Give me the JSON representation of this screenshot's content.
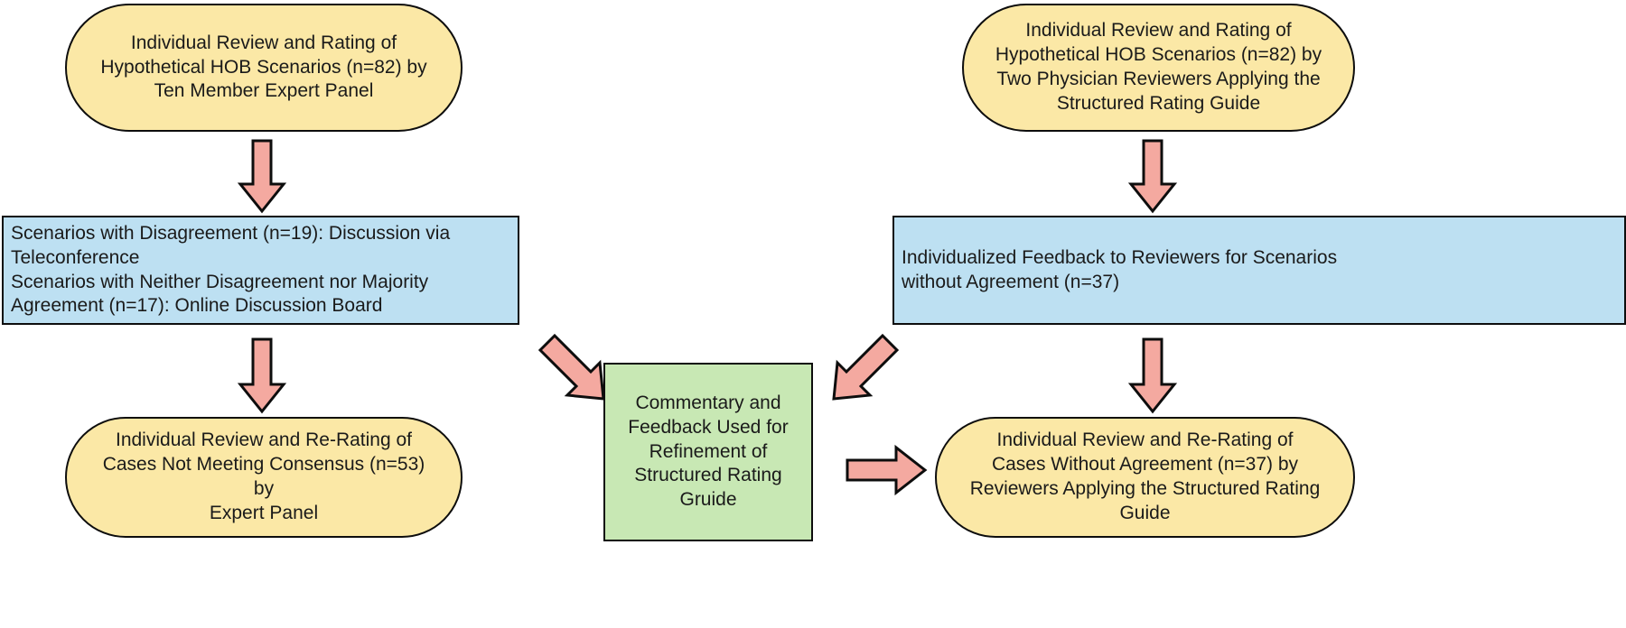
{
  "diagram": {
    "title_present": false,
    "colors": {
      "terminator_fill": "#fbe8a6",
      "process_blue_fill": "#bde0f2",
      "process_green_fill": "#c8e8b4",
      "arrow_fill": "#f4a9a0",
      "stroke": "#0d0d0d",
      "text": "#1a1a1a",
      "background": "#ffffff"
    },
    "nodes": {
      "expert_panel_initial": "Individual Review and Rating of\nHypothetical HOB Scenarios (n=82) by\nTen Member Expert Panel",
      "physician_reviewers_initial": "Individual Review and Rating of\nHypothetical HOB Scenarios (n=82) by\nTwo Physician Reviewers Applying the\nStructured Rating Guide",
      "panel_discussion": "Scenarios with Disagreement (n=19): Discussion via\nTeleconference\nScenarios with Neither Disagreement nor Majority\nAgreement (n=17): Online Discussion Board",
      "individualized_feedback": "Individualized Feedback to Reviewers for Scenarios\nwithout Agreement (n=37)",
      "commentary_feedback": "Commentary and\nFeedback Used for\nRefinement of\nStructured Rating\nGruide",
      "expert_panel_rerating": "Individual Review and Re-Rating of\nCases Not Meeting Consensus (n=53) by\nExpert Panel",
      "reviewers_rerating": "Individual Review and Re-Rating of\nCases Without Agreement (n=37) by\nReviewers Applying the Structured Rating\nGuide"
    },
    "edges": [
      {
        "name": "expert-panel-to-discussion",
        "direction": "down"
      },
      {
        "name": "physician-reviewers-to-feedback",
        "direction": "down"
      },
      {
        "name": "discussion-to-rerating",
        "direction": "down"
      },
      {
        "name": "feedback-to-reviewers-rerating",
        "direction": "down"
      },
      {
        "name": "discussion-to-commentary",
        "direction": "down-right"
      },
      {
        "name": "feedback-to-commentary",
        "direction": "down-left"
      },
      {
        "name": "commentary-to-reviewers-rerating",
        "direction": "right"
      }
    ]
  }
}
